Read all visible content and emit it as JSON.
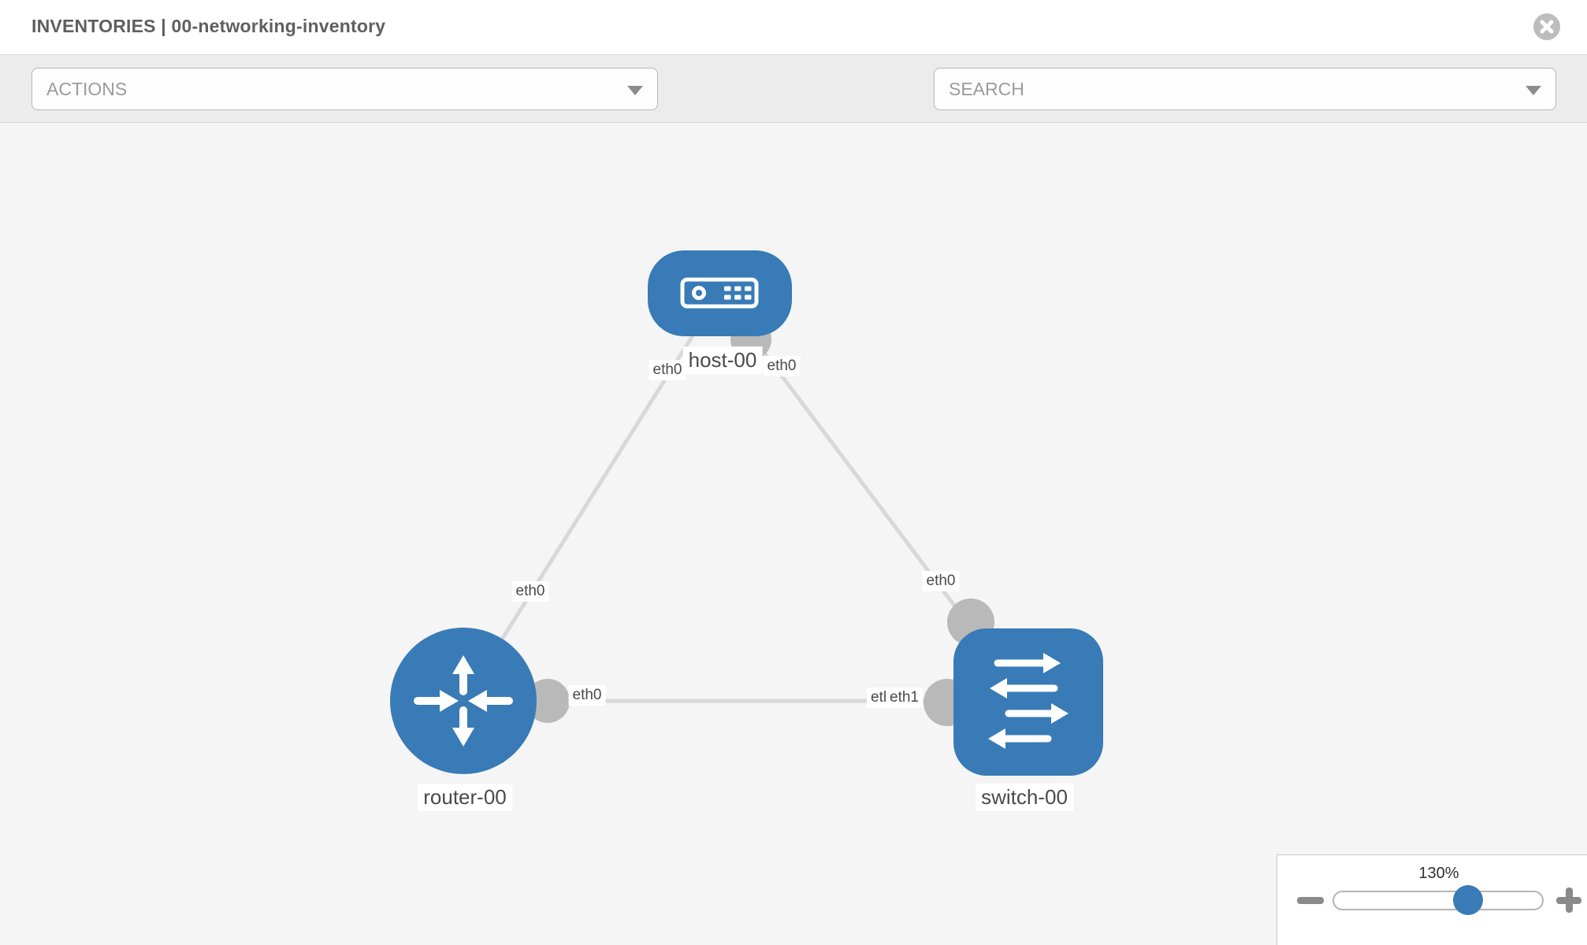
{
  "header": {
    "title": "INVENTORIES | 00-networking-inventory"
  },
  "toolbar": {
    "actions_label": "ACTIONS",
    "search_label": "SEARCH",
    "icons": [
      "wrench-icon",
      "key-icon"
    ]
  },
  "graph": {
    "nodes": [
      {
        "id": "host-00",
        "label": "host-00",
        "type": "host",
        "shape": "rounded-rect",
        "icon": "server-icon"
      },
      {
        "id": "router-00",
        "label": "router-00",
        "type": "router",
        "shape": "circle",
        "icon": "router-arrows-icon"
      },
      {
        "id": "switch-00",
        "label": "switch-00",
        "type": "switch",
        "shape": "rounded-square",
        "icon": "switch-arrows-icon"
      }
    ],
    "links": [
      {
        "from": "router-00",
        "to": "host-00"
      },
      {
        "from": "host-00",
        "to": "switch-00"
      },
      {
        "from": "router-00",
        "to": "switch-00"
      }
    ],
    "node_labels": {
      "host": "host-00",
      "router": "router-00",
      "switch": "switch-00"
    },
    "interface_labels": {
      "host_left": "eth0",
      "host_right": "eth0",
      "router_host_link": "eth0",
      "router_right": "eth0",
      "switch_top": "eth0",
      "switch_left_under": "eth0",
      "switch_left_top": "eth1"
    }
  },
  "zoom_panel": {
    "level": "130%"
  },
  "colors": {
    "node_blue": "#387bb6",
    "link_gray": "#d8d8d8",
    "port_gray": "#b9b9b9",
    "canvas_bg": "#f5f5f5",
    "toolbar_bg": "#ececec",
    "label_text": "#4a4a4a",
    "muted_text": "#9b9b9b",
    "title_text": "#5f5f5f",
    "icon_gray": "#8c8c8c"
  }
}
